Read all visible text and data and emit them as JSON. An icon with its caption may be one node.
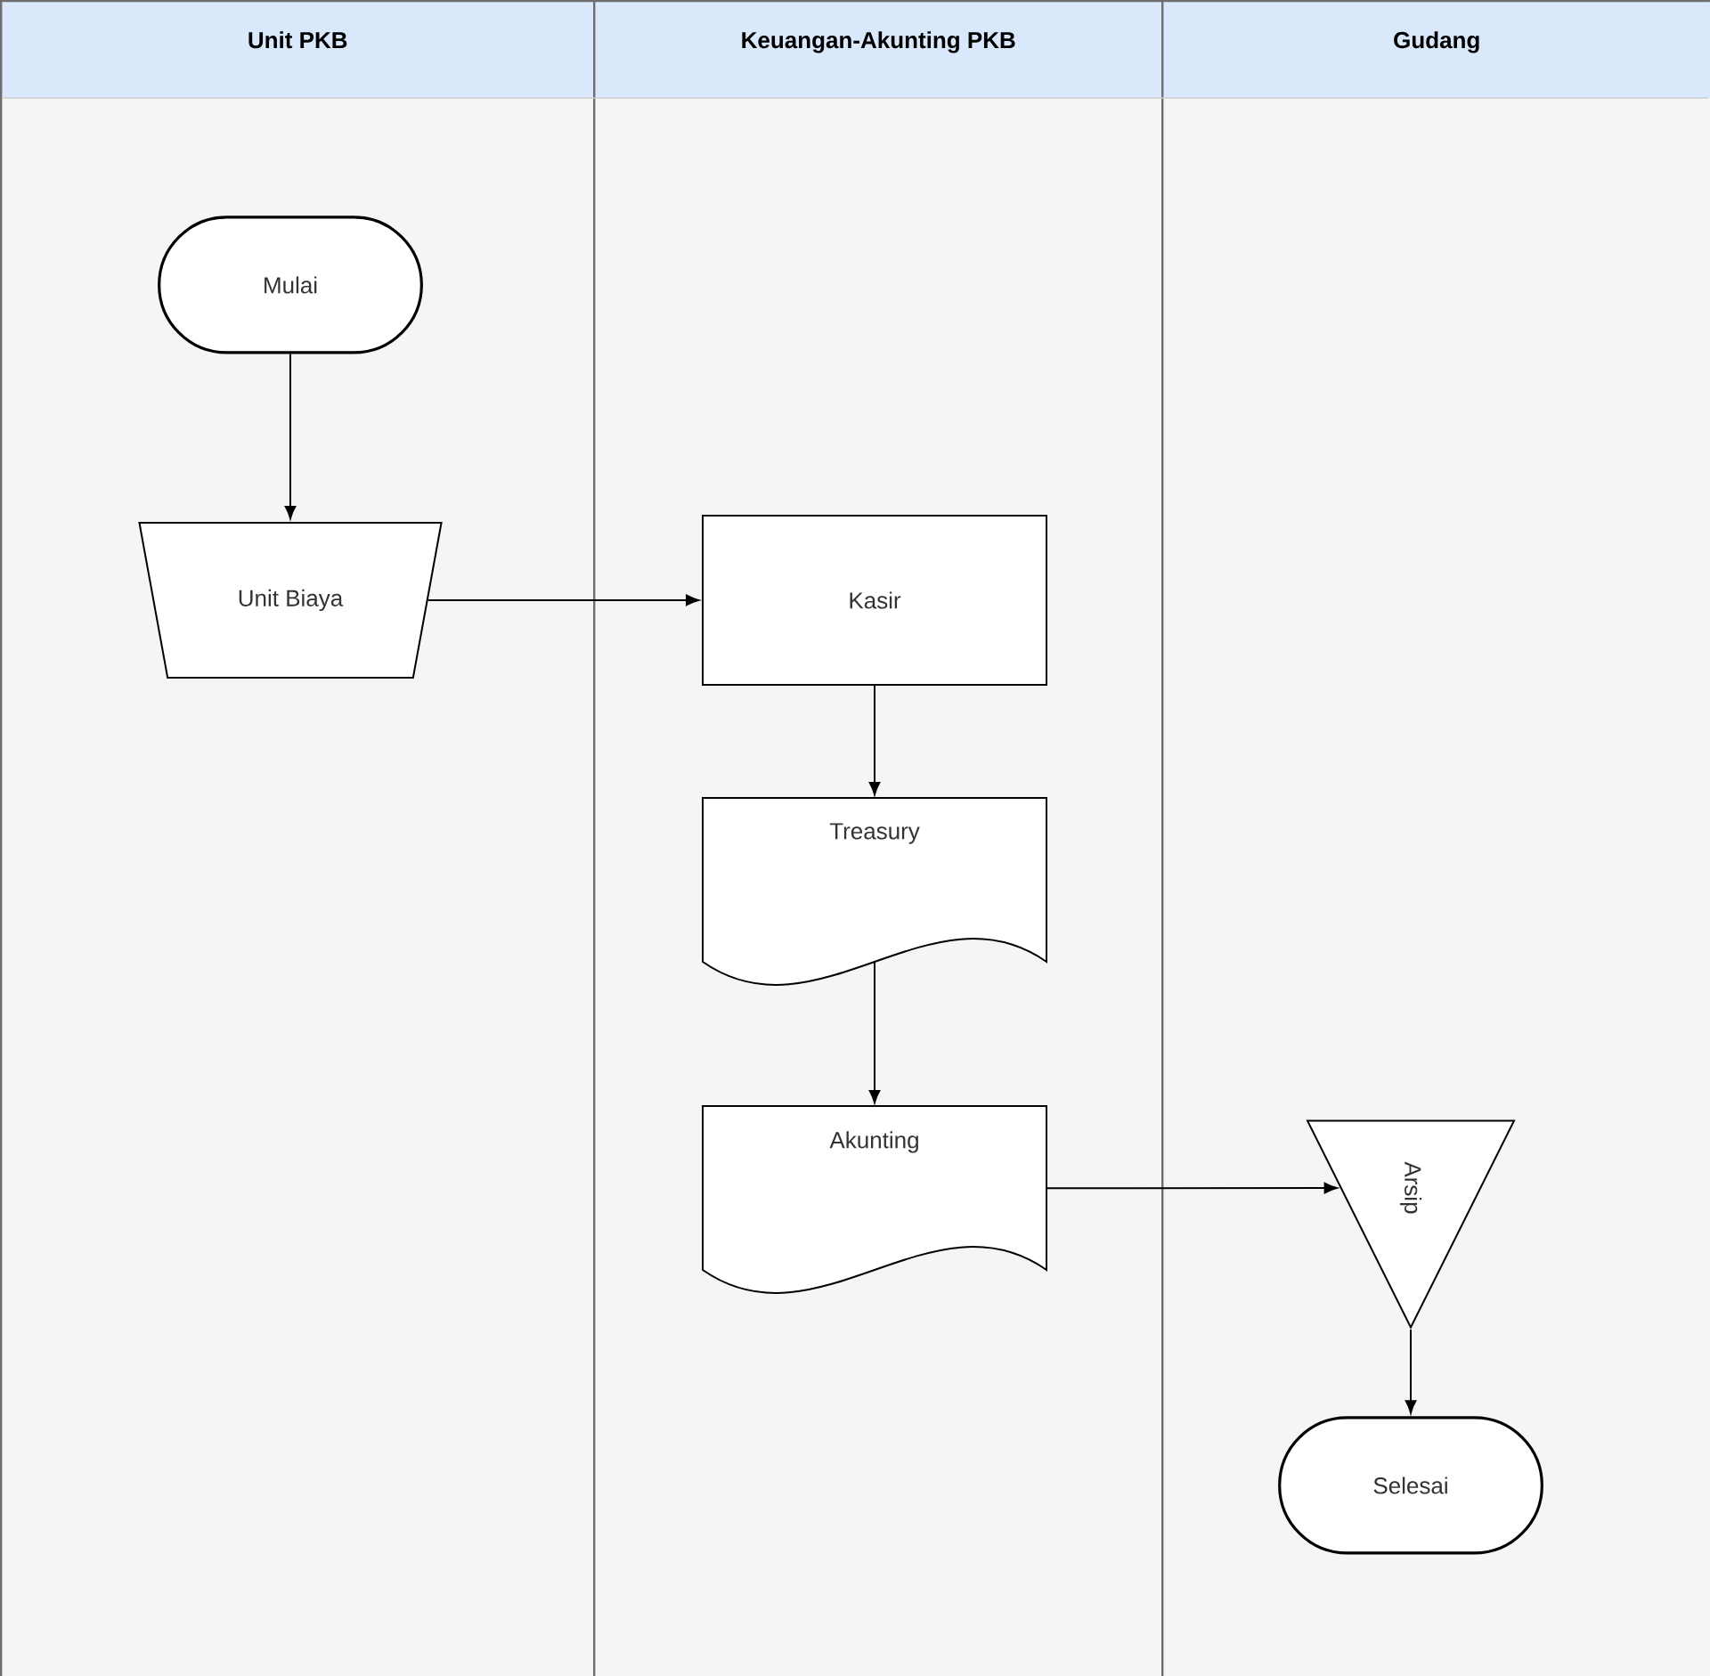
{
  "diagram": {
    "nodes": [
      {
        "text": [
          "Unit PKB"
        ]
      },
      {
        "text": [
          "Keuangan-Akunting PKB"
        ]
      },
      {
        "text": [
          "Gudang"
        ]
      },
      {
        "text": [
          "Mulai"
        ],
        "in": 0
      },
      {
        "text": [
          "Unit Biaya"
        ],
        "in": 0
      },
      {
        "text": [
          "Kasir"
        ],
        "in": 1
      },
      {
        "text": [
          "Treasury"
        ],
        "in": 1
      },
      {
        "text": [
          "Akunting"
        ],
        "in": 1
      },
      {
        "text": [
          "Arsip"
        ],
        "in": 2
      },
      {
        "text": [
          "Selesai"
        ],
        "in": 2
      }
    ],
    "edges": [
      {
        "from": 3,
        "to": 4,
        "arrow": "to"
      },
      {
        "from": 4,
        "to": 5,
        "arrow": "to"
      },
      {
        "from": 5,
        "to": 6,
        "arrow": "to"
      },
      {
        "from": 6,
        "to": 7,
        "arrow": "to"
      },
      {
        "from": 7,
        "to": 8,
        "arrow": "to"
      },
      {
        "from": 8,
        "to": 9,
        "arrow": "to"
      }
    ]
  }
}
